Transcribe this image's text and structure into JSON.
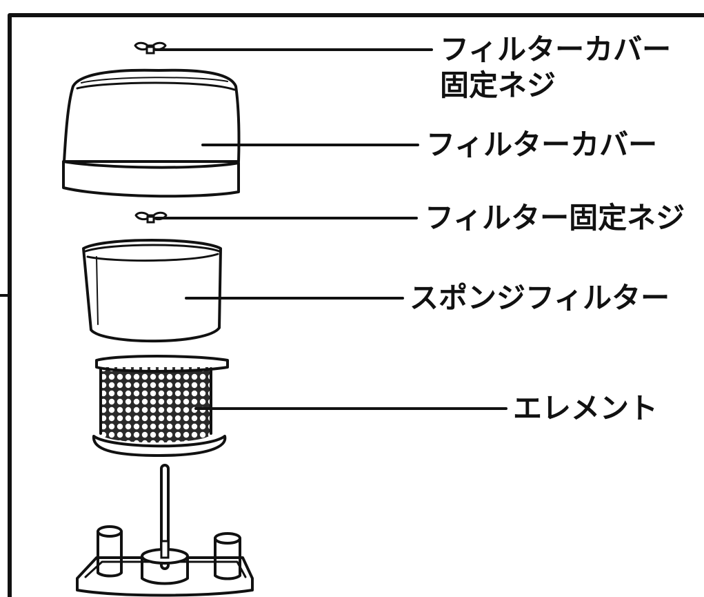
{
  "labels": {
    "cover_screw_line1": "フィルターカバー",
    "cover_screw_line2": "固定ネジ",
    "cover": "フィルターカバー",
    "filter_screw": "フィルター固定ネジ",
    "sponge": "スポンジフィルター",
    "element": "エレメント"
  }
}
